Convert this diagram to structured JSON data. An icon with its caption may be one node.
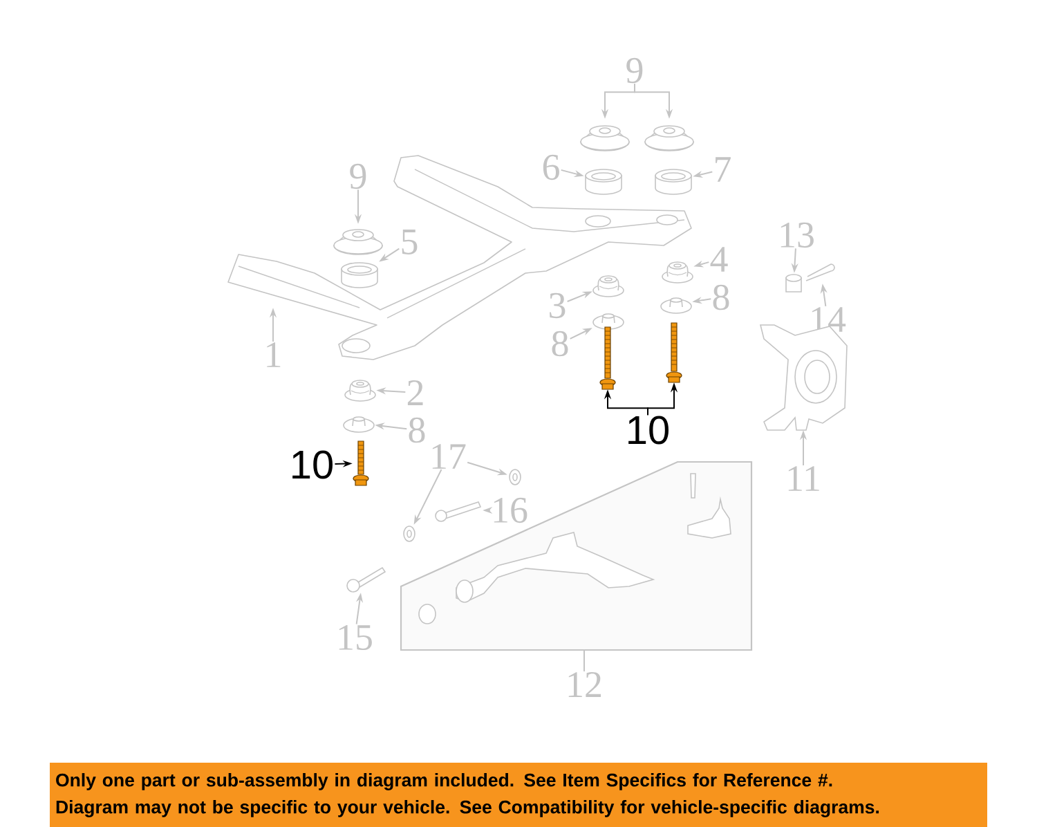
{
  "diagram": {
    "nodes": [
      {
        "text": [
          "9"
        ]
      },
      {
        "text": [],
        "shape": "picture"
      },
      {
        "text": [],
        "shape": "picture"
      },
      {
        "text": [
          "6"
        ]
      },
      {
        "text": [],
        "shape": "cylinder"
      },
      {
        "text": [
          "7"
        ]
      },
      {
        "text": [],
        "shape": "cylinder"
      },
      {
        "text": [
          "9"
        ]
      },
      {
        "text": [],
        "shape": "picture"
      },
      {
        "text": [
          "5"
        ]
      },
      {
        "text": [],
        "shape": "cylinder"
      },
      {
        "text": [
          "13"
        ]
      },
      {
        "text": [],
        "shape": "cylinder"
      },
      {
        "text": [
          "4"
        ]
      },
      {
        "text": [],
        "shape": "picture"
      },
      {
        "text": [
          "14"
        ]
      },
      {
        "text": [],
        "shape": "picture"
      },
      {
        "text": [
          "3"
        ]
      },
      {
        "text": [],
        "shape": "picture"
      },
      {
        "text": [
          "8"
        ]
      },
      {
        "text": [],
        "shape": "picture"
      },
      {
        "text": [
          "8"
        ]
      },
      {
        "text": [],
        "shape": "picture"
      },
      {
        "text": [],
        "shape": "picture"
      },
      {
        "text": [
          "1"
        ]
      },
      {
        "text": [],
        "shape": "picture"
      },
      {
        "text": [],
        "shape": "picture"
      },
      {
        "text": [],
        "shape": "picture"
      },
      {
        "text": [
          "2"
        ]
      },
      {
        "text": [],
        "shape": "picture"
      },
      {
        "text": [
          "8"
        ]
      },
      {
        "text": [],
        "shape": "picture"
      },
      {
        "text": [
          "10"
        ]
      },
      {
        "text": [
          "10"
        ]
      },
      {
        "text": [],
        "shape": "picture"
      },
      {
        "text": [
          "17"
        ]
      },
      {
        "text": [],
        "shape": "picture"
      },
      {
        "text": [
          "11"
        ]
      },
      {
        "text": [
          "16"
        ]
      },
      {
        "text": [],
        "shape": "picture"
      },
      {
        "text": [],
        "shape": "picture"
      },
      {
        "text": [],
        "shape": "picture"
      },
      {
        "text": [
          "15"
        ]
      },
      {
        "text": [],
        "shape": "picture"
      },
      {
        "text": [
          "12"
        ]
      },
      {
        "text": [
          "Only one part or sub-assembly in diagram included. See Item Specifics for Reference #.",
          "Diagram may not be specific to your vehicle. See Compatibility for vehicle-specific diagrams."
        ]
      }
    ],
    "edges": [
      {
        "from": 0,
        "to": 1,
        "arrow": "to"
      },
      {
        "from": 0,
        "to": 2,
        "arrow": "to"
      },
      {
        "from": 3,
        "to": 4,
        "arrow": "to"
      },
      {
        "from": 5,
        "to": 6,
        "arrow": "to"
      },
      {
        "from": 7,
        "to": 8,
        "arrow": "to"
      },
      {
        "from": 9,
        "to": 10,
        "arrow": "to"
      },
      {
        "from": 11,
        "to": 12,
        "arrow": "to"
      },
      {
        "from": 13,
        "to": 14,
        "arrow": "to"
      },
      {
        "from": 15,
        "to": 16,
        "arrow": "to"
      },
      {
        "from": 17,
        "to": 18,
        "arrow": "to"
      },
      {
        "from": 19,
        "to": 20,
        "arrow": "to"
      },
      {
        "from": 21,
        "to": 22,
        "arrow": "to"
      },
      {
        "from": 24,
        "to": 23,
        "arrow": "to"
      },
      {
        "from": 28,
        "to": 29,
        "arrow": "to"
      },
      {
        "from": 30,
        "to": 31,
        "arrow": "to"
      },
      {
        "from": 32,
        "to": 25,
        "arrow": "to",
        "color": "#000000"
      },
      {
        "from": 32,
        "to": 26,
        "arrow": "to",
        "color": "#000000"
      },
      {
        "from": 33,
        "to": 34,
        "arrow": "to",
        "color": "#000000"
      },
      {
        "from": 35,
        "to": 36,
        "arrow": "to"
      },
      {
        "from": 35,
        "to": 40,
        "arrow": "to"
      },
      {
        "from": 37,
        "to": 27,
        "arrow": "to"
      },
      {
        "from": 38,
        "to": 39,
        "arrow": "to"
      },
      {
        "from": 42,
        "to": 43,
        "arrow": "to"
      },
      {
        "from": 44,
        "to": 41,
        "arrow": "none"
      }
    ]
  }
}
